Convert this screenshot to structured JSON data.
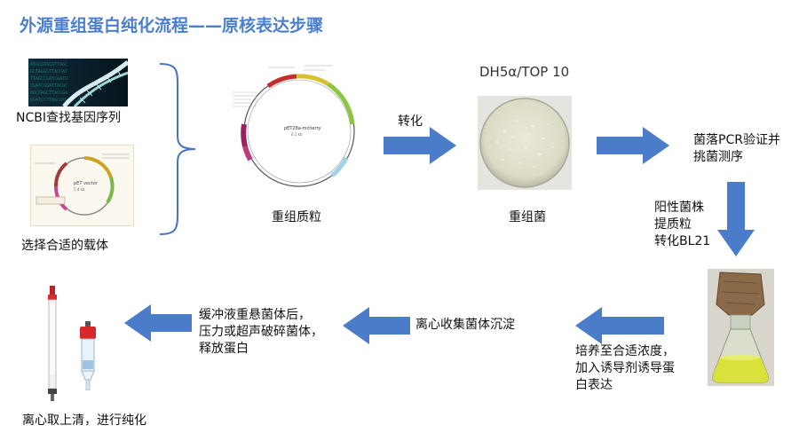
{
  "title": "外源重组蛋白纯化流程——原核表达步骤",
  "labels": {
    "ncbi": "NCBI查找基因序列",
    "vector": "选择合适的载体",
    "plasmid": "重组质粒",
    "transform": "转化",
    "strain": "DH5α/TOP 10",
    "recombinant": "重组菌",
    "pcr": [
      "菌落PCR验证并",
      "挑菌测序"
    ],
    "positive": [
      "阳性菌株",
      "提质粒",
      "转化BL21"
    ],
    "culture": [
      "培养至合适浓度，",
      "加入诱导剂诱导蛋",
      "白表达"
    ],
    "centrifuge": "离心收集菌体沉淀",
    "lysis": [
      "缓冲液重悬菌体后，",
      "压力或超声破碎菌体，",
      "释放蛋白"
    ],
    "purify": "离心取上清，进行纯化"
  },
  "colors": {
    "title": "#4a7fd0",
    "arrow": "#4a7cc9",
    "bracket": "#4a72c4"
  }
}
